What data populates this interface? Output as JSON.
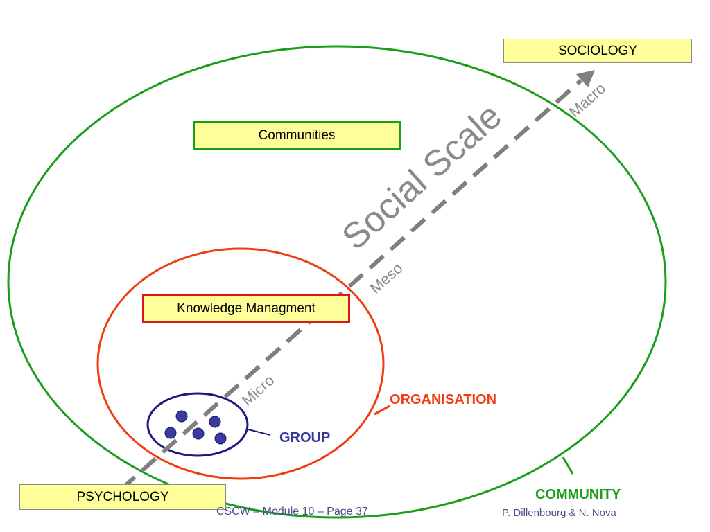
{
  "labels": {
    "sociology": "SOCIOLOGY",
    "communities": "Communities",
    "knowledge_management": "Knowledge Managment",
    "psychology": "PSYCHOLOGY",
    "organisation": "ORGANISATION",
    "group": "GROUP",
    "community": "COMMUNITY"
  },
  "scale": {
    "title": "Social Scale",
    "macro": "Macro",
    "meso": "Meso",
    "micro": "Micro"
  },
  "footer": {
    "left": "CSCW – Module 10 – Page 37",
    "right": "P. Dillenbourg & N. Nova"
  },
  "colors": {
    "community": "#1a9e1a",
    "organisation": "#f03c10",
    "group": "#1a1a80",
    "member_dot": "#3a3aa0",
    "box_fill": "#ffff99",
    "arrow": "#7f7f7f"
  }
}
